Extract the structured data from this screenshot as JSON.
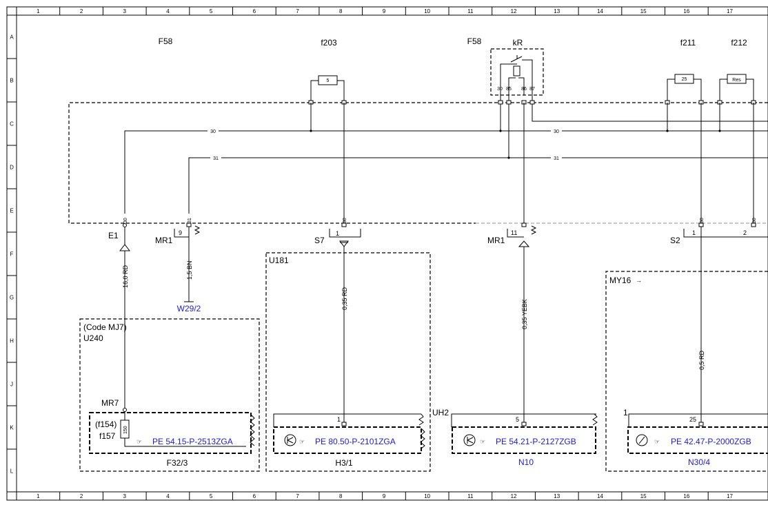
{
  "grid": {
    "columns": [
      "1",
      "2",
      "3",
      "4",
      "5",
      "6",
      "7",
      "8",
      "9",
      "10",
      "11",
      "12",
      "13",
      "14",
      "15",
      "16",
      "17"
    ],
    "rows": [
      "A",
      "B",
      "C",
      "D",
      "E",
      "F",
      "G",
      "H",
      "J",
      "K",
      "L"
    ]
  },
  "top_labels": {
    "f58_left": "F58",
    "f203": "f203",
    "f58_right": "F58",
    "kr": "kR",
    "f211": "f211",
    "f212": "f212"
  },
  "fuses": {
    "f203_value": "5",
    "f211_value": "25",
    "f212_value": "Res"
  },
  "relay_pins": [
    "30",
    "85",
    "86",
    "87"
  ],
  "bus": {
    "line30_left": "30",
    "line30_right": "30",
    "line31_left": "31",
    "line31_right": "31"
  },
  "terminals": {
    "e1_pin": "30",
    "mr1_pin": "31",
    "s7_pin": "30",
    "right_pin1": "30",
    "right_pin2": "30"
  },
  "connectors": {
    "e1": "E1",
    "mr1_left": "MR1",
    "mr1_left_pin": "9",
    "s7": "S7",
    "s7_pin": "1",
    "mr1_right": "MR1",
    "mr1_right_pin": "11",
    "s2": "S2",
    "s2_pin1": "1",
    "s2_pin2": "2"
  },
  "wires": {
    "w1": "16,0 RD",
    "w2": "1,5 BN",
    "w3": "0,35 RD",
    "w4": "0,35 YEBK",
    "w5": "0,5 RD"
  },
  "ground": {
    "w29_2": "W29/2"
  },
  "modules": {
    "u240_code": "(Code MJ7)",
    "u240": "U240",
    "u181": "U181",
    "my16": "MY16",
    "uh2": "UH2"
  },
  "lower": {
    "mr7": "MR7",
    "f154": "(f154)",
    "f157": "f157",
    "f157_value": "150",
    "h31_pin": "1",
    "n10_pin": "5",
    "n304_pin": "25",
    "my16_pin": "1"
  },
  "links": {
    "pe_54_15": "PE 54.15-P-2513ZGA",
    "pe_80_50": "PE 80.50-P-2101ZGA",
    "pe_54_21": "PE 54.21-P-2127ZGB",
    "pe_42_47": "PE 42.47-P-2000ZGB"
  },
  "component_names": {
    "f32_3": "F32/3",
    "h3_1": "H3/1",
    "n10": "N10",
    "n30_4": "N30/4"
  },
  "colors": {
    "link": "#1a1ae6",
    "line": "#000000"
  }
}
